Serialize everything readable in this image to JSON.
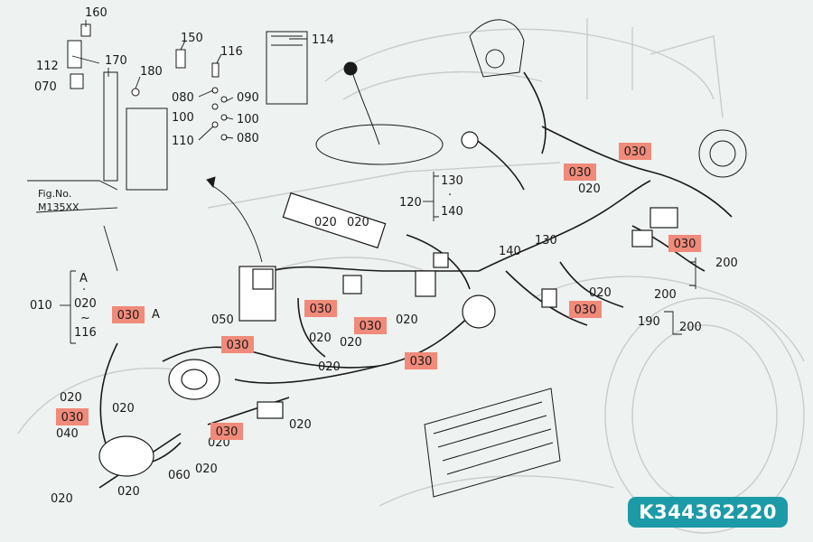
{
  "diagram": {
    "highlight_color": "#f08a7a",
    "line_color": "#1a1a1a",
    "sketch_color": "#c9ccca",
    "labels": {
      "l160": "160",
      "l150": "150",
      "l116": "116",
      "l114": "114",
      "l112": "112",
      "l170": "170",
      "l180": "180",
      "l070": "070",
      "l080a": "080",
      "l090": "090",
      "l100a": "100",
      "l100b": "100",
      "l110": "110",
      "l080b": "080",
      "fig_no": "Fig.No.",
      "fig_ref": "M135XX",
      "l130": "130",
      "l140a": "140",
      "l120": "120",
      "l020_1": "020",
      "l020_2": "020",
      "l140b": "140",
      "l130b": "130",
      "l020_3": "020",
      "l020_4": "020",
      "l200a": "200",
      "l200b": "200",
      "l190": "190",
      "l200c": "200",
      "A1": "A",
      "l020_5": "020",
      "l116b": "116",
      "l010": "010",
      "A2": "A",
      "l050": "050",
      "l020_6": "020",
      "l020_7": "020",
      "l020_8": "020",
      "l020_9": "020",
      "l020_10": "020",
      "l020_11": "020",
      "l020_12": "020",
      "l040": "040",
      "l020_13": "020",
      "l060": "060",
      "l020_14": "020",
      "l020_15": "020",
      "l020_16": "020",
      "dot": "·",
      "tilde": "~"
    },
    "highlight_label": "030"
  },
  "part_number": "K344362220"
}
